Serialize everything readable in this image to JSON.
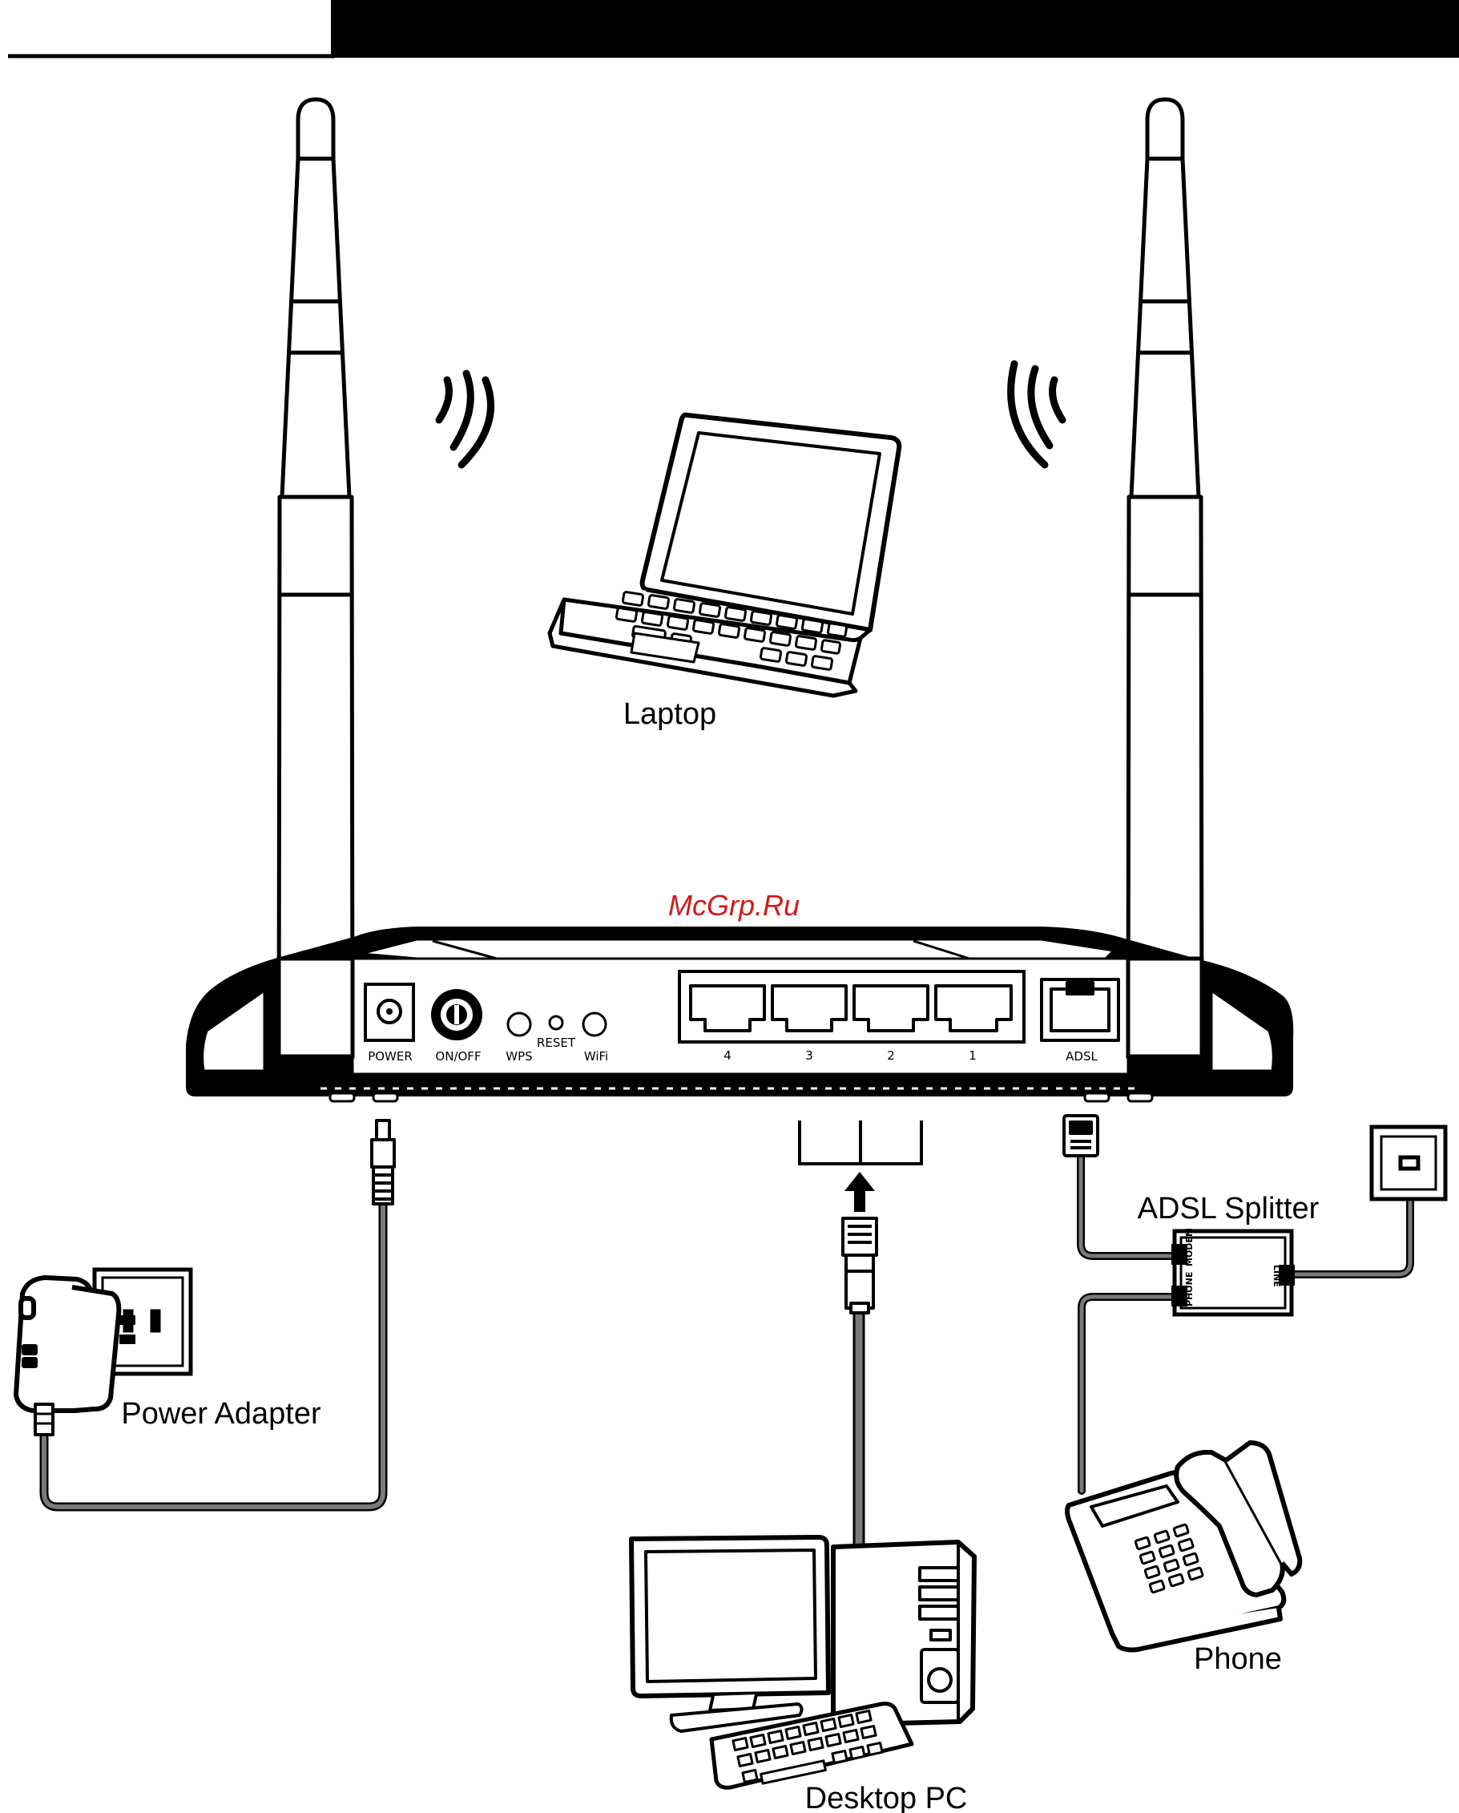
{
  "labels": {
    "laptop": "Laptop",
    "power_adapter": "Power Adapter",
    "adsl_splitter": "ADSL Splitter",
    "phone": "Phone",
    "desktop_pc": "Desktop PC"
  },
  "router_ports": {
    "power": "POWER",
    "on_off": "ON/OFF",
    "wps": "WPS",
    "reset": "RESET",
    "wifi": "WiFi",
    "lan": [
      "4",
      "3",
      "2",
      "1"
    ],
    "adsl": "ADSL"
  },
  "splitter_ports": {
    "phone": "PHONE",
    "modem": "MODEM",
    "line": "LINE"
  },
  "watermark": "McGrp.Ru",
  "colors": {
    "ink": "#000000",
    "cable": "#7a7a7a",
    "watermark": "#d11a1a"
  }
}
